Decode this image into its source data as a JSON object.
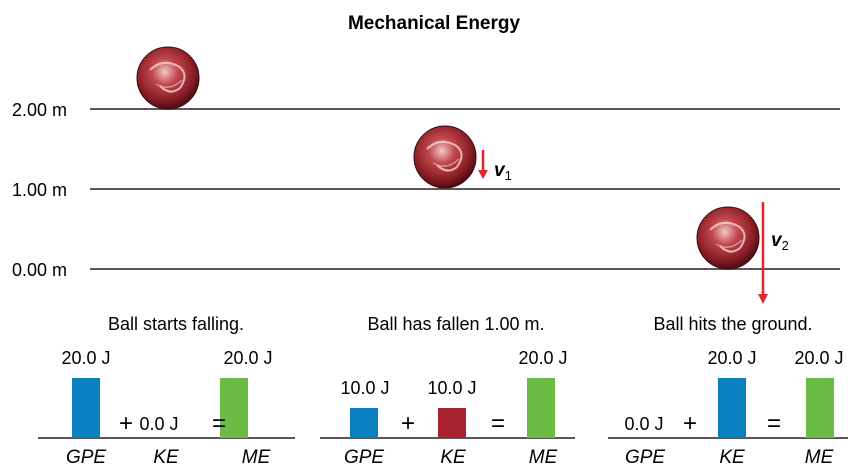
{
  "title": "Mechanical Energy",
  "levels": [
    "2.00 m",
    "1.00 m",
    "0.00 m"
  ],
  "velocity_labels": [
    {
      "symbol": "v",
      "subscript": "1"
    },
    {
      "symbol": "v",
      "subscript": "2"
    }
  ],
  "states": [
    {
      "caption": "Ball starts falling.",
      "gpe": {
        "label": "20.0 J",
        "value": 20.0
      },
      "ke": {
        "label": "0.0 J",
        "value": 0.0
      },
      "me": {
        "label": "20.0 J",
        "value": 20.0
      }
    },
    {
      "caption": "Ball has fallen 1.00 m.",
      "gpe": {
        "label": "10.0 J",
        "value": 10.0
      },
      "ke": {
        "label": "10.0 J",
        "value": 10.0
      },
      "me": {
        "label": "20.0 J",
        "value": 20.0
      }
    },
    {
      "caption": "Ball hits the ground.",
      "gpe": {
        "label": "0.0 J",
        "value": 0.0
      },
      "ke": {
        "label": "20.0 J",
        "value": 20.0
      },
      "me": {
        "label": "20.0 J",
        "value": 20.0
      }
    }
  ],
  "operators": {
    "plus": "+",
    "equals": "="
  },
  "axis_labels": {
    "gpe": "GPE",
    "ke": "KE",
    "me": "ME"
  },
  "colors": {
    "gpe": "#0a7fc2",
    "ke_mid": "#a7222e",
    "ke_full": "#0a7fc2",
    "me": "#6bbb45",
    "arrow": "#e1262d",
    "line": "#58595b"
  }
}
